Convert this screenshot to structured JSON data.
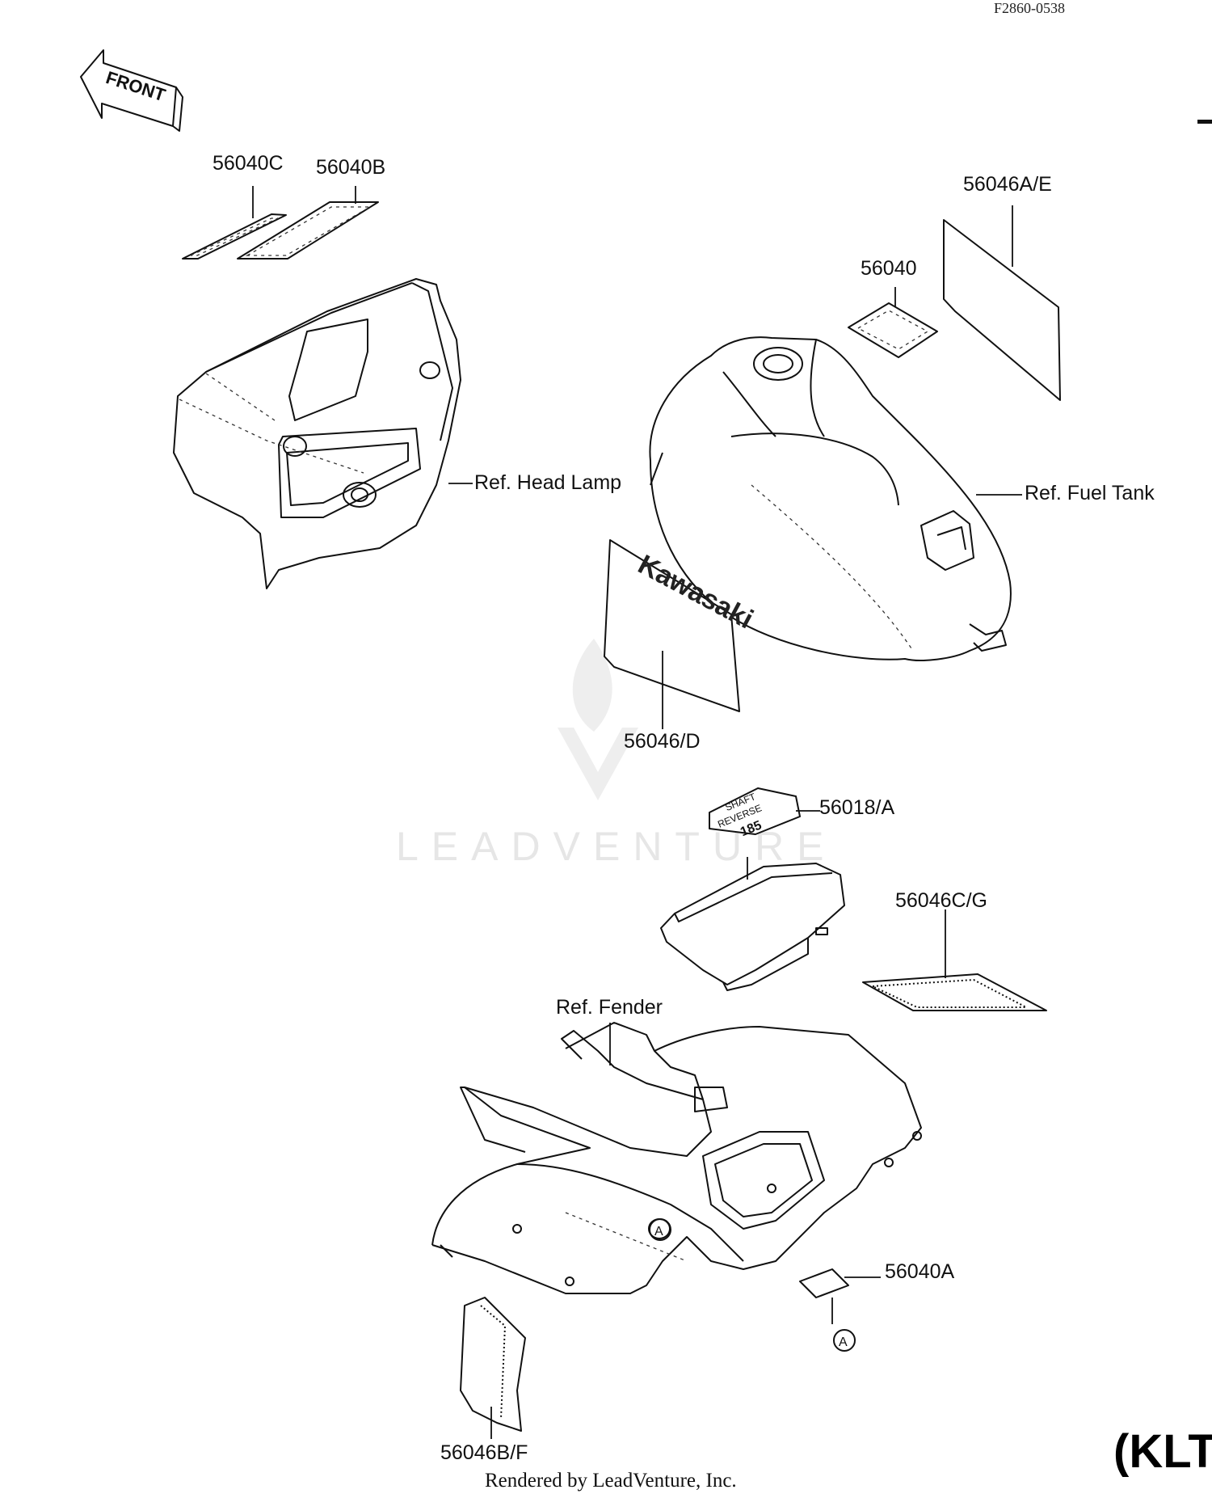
{
  "diagram_code": "F2860-0538",
  "front_arrow_text": "FRONT",
  "labels": {
    "p56040C": "56040C",
    "p56040B": "56040B",
    "p56046AE": "56046A/E",
    "p56040": "56040",
    "ref_head_lamp": "Ref. Head Lamp",
    "ref_fuel_tank": "Ref. Fuel Tank",
    "p56046D": "56046/D",
    "p56018A": "56018/A",
    "p56046CG": "56046C/G",
    "ref_fender": "Ref. Fender",
    "p56040A": "56040A",
    "p56046BF": "56046B/F"
  },
  "callout_marker": "A",
  "decal_text": {
    "kawasaki": "Kawasaki",
    "shaft": "SHAFT",
    "reverse": "REVERSE",
    "model_number": "185"
  },
  "model_fragment": "(KLT",
  "footer": "Rendered by LeadVenture, Inc.",
  "watermark": "LEADVENTURE"
}
